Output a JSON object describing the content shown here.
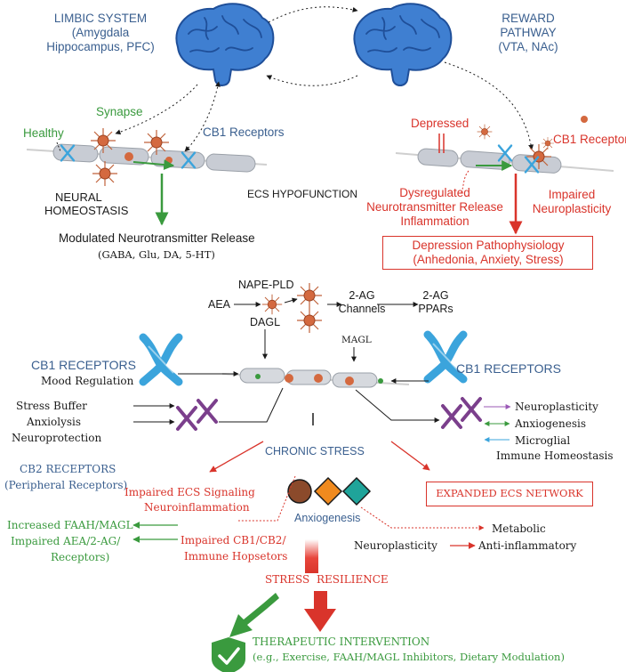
{
  "top": {
    "limbic": {
      "line1": "LIMBIC SYSTEM",
      "line2": "(Amygdala",
      "line3": "Hippocampus, PFC)"
    },
    "reward": {
      "line1": "REWARD",
      "line2": "PATHWAY",
      "line3": "(VTA, NAc)"
    },
    "synapse": "Synapse",
    "healthy": "Healthy",
    "cb1_receptors": "CB1 Receptors",
    "neural_homeostasis": {
      "line1": "NEURAL",
      "line2": "HOMEOSTASIS"
    },
    "ecs_hypofunction": "ECS HYPOFUNCTION",
    "modulated_release": "Modulated Neurotransmitter Release",
    "neurotransmitters": "(GABA, Glu, DA, 5-HT)",
    "depressed": "Depressed",
    "cb1_receptor": "CB1 Receptor",
    "dysregulated": {
      "line1": "Dysregulated",
      "line2": "Neurotransmitter Release",
      "line3": "Inflammation"
    },
    "impaired_neuroplasticity": {
      "line1": "Impaired",
      "line2": "Neuroplasticity"
    },
    "depression_box": {
      "line1": "Depression  Pathophysiology",
      "line2": "(Anhedonia, Anxiety, Stress)"
    }
  },
  "middle": {
    "nape_pld": "NAPE-PLD",
    "aea": "AEA",
    "dagl": "DAGL",
    "two_ag_channels": {
      "line1": "2-AG",
      "line2": "Channels"
    },
    "two_ag_ppars": {
      "line1": "2-AG",
      "line2": "PPARs"
    },
    "magl": "MAGL",
    "cb1_left": "CB1  RECEPTORS",
    "mood_regulation": "Mood Regulation",
    "cb1_right": "CB1 RECEPTORS",
    "stress_buffer": "Stress Buffer",
    "anxiolysis": "Anxiolysis",
    "neuroprotection": "Neuroprotection",
    "neuroplasticity": "Neuroplasticity",
    "anxiogenesis": "Anxiogenesis",
    "microglial": "Microglial",
    "immune_homeostasis": "Immune Homeostasis",
    "chronic_stress": "CHRONIC STRESS"
  },
  "bottom": {
    "cb2_title": "CB2  RECEPTORS",
    "cb2_sub": "(Peripheral Receptors)",
    "expanded_box": "EXPANDED ECS NETWORK",
    "impaired_ecs": "Impaired ECS Signaling",
    "neuroinflammation": "Neuroinflammation",
    "anxiogenesis": "Anxiogenesis",
    "increased_faah": "Increased FAAH/MAGL",
    "impaired_aea": "Impaired AEA/2-AG/",
    "receptors": "Receptors)",
    "impaired_cb1cb2": "Impaired CB1/CB2/",
    "immune_hopsetors": "Immune Hopsetors",
    "metabolic": "Metabolic",
    "neuroplasticity": "Neuroplasticity",
    "anti_inflammatory": "Anti-inflammatory",
    "stress": "STRESS",
    "resilience": "RESILIENCE",
    "therapeutic_title": "THERAPEUTIC INTERVENTION",
    "therapeutic_sub": "(e.g., Exercise, FAAH/MAGL Inhibitors, Dietary Modulation)"
  },
  "colors": {
    "blue_text": "#3a5f8f",
    "green": "#3a9a3e",
    "red": "#d9342b",
    "brain": "#3f7fd1",
    "cb1_icon": "#3ba4dc",
    "purple": "#7b3f8c",
    "circle_brown": "#8b4a2b",
    "diamond_orange": "#f08a1e",
    "diamond_teal": "#1fa49a"
  }
}
